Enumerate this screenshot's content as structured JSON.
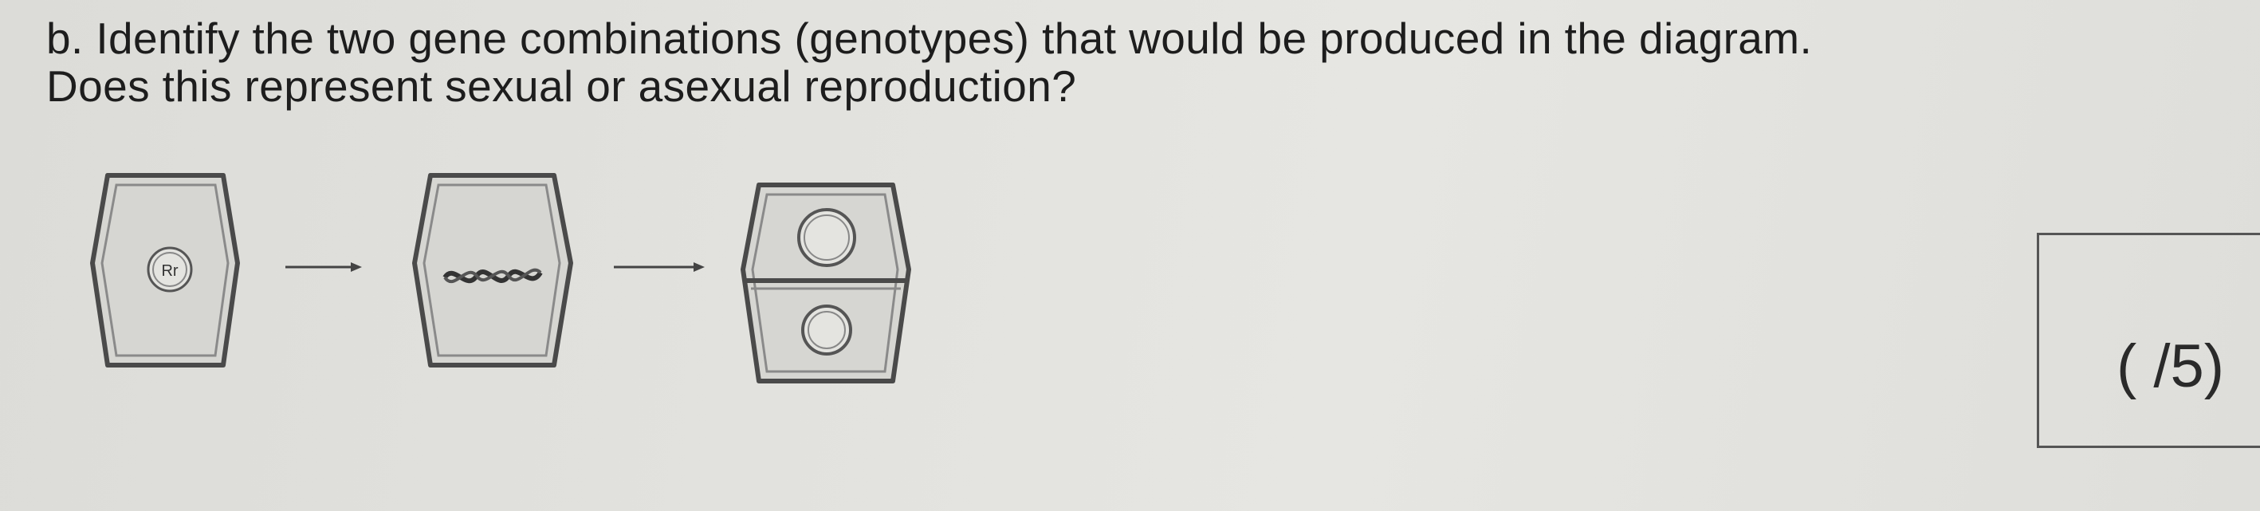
{
  "question": {
    "line1": "b. Identify the two gene combinations (genotypes) that would be produced in the diagram.",
    "line2": "Does this represent sexual or asexual reproduction?"
  },
  "diagram": {
    "parent_cell_label": "Rr"
  },
  "score": {
    "label": "( /5)"
  }
}
